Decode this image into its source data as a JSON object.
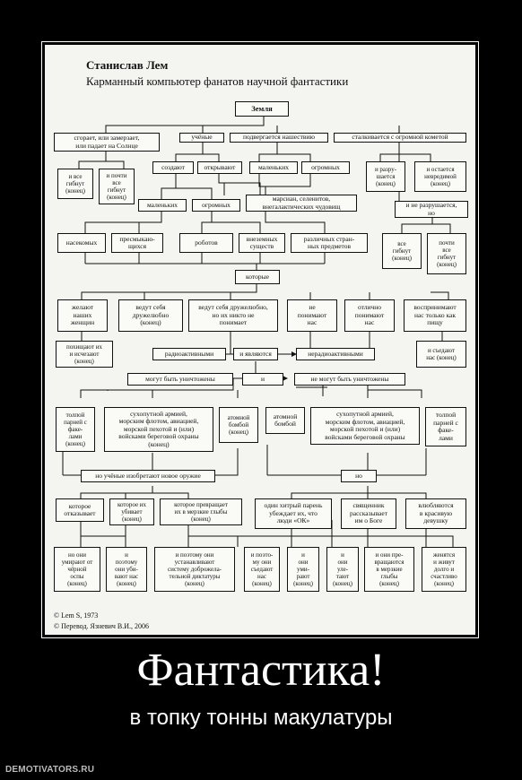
{
  "poster": {
    "caption": "Фантастика!",
    "subcaption": "в топку тонны макулатуры",
    "watermark": "DEMOTIVATORS.RU"
  },
  "diagram": {
    "author": "Станислав Лем",
    "title": "Карманный компьютер фанатов научной фантастики",
    "copyright_1": "© Lem S, 1973",
    "copyright_2": "© Перевод. Язневич В.И., 2006",
    "nodes": {
      "zemlya": "Земля",
      "sgoraet": "сгорает, или замерзает,\nили падает на Солнце",
      "uchenye": "учёные",
      "nashestvie": "подвергается нашествию",
      "kometa": "сталкивается с огромной кометой",
      "vse_gibnut1": "и все\nгибнут\n(конец)",
      "pochti1": "и почти\nвсе\nгибнут\n(конец)",
      "sozdayut": "создают",
      "otkryvayut": "открывают",
      "malenkih1": "маленьких",
      "ogromnyh1": "огромных",
      "razrushaetsya": "и разру-\nшается\n(конец)",
      "nevredimoy": "и остается\nневредимой\n(конец)",
      "malenkih2": "маленьких",
      "ogromnyh2": "огромных",
      "marsian": "марсиан, селенитов,\nвнегалактических чудовищ",
      "ne_razrushaetsya": "и не разрушается,\nно",
      "nasekomyh": "насекомых",
      "presmykayushih": "пресмыкаю-\nщихся",
      "robotov": "роботов",
      "vnezemnyh": "внеземных\nсуществ",
      "predmetov": "различных стран-\nных предметов",
      "vse_gibnut2": "все\nгибнут\n(конец)",
      "pochti2": "почти\nвсе\nгибнут\n(конец)",
      "kotorye": "которые",
      "zhelayut": "желают\nнаших\nженщин",
      "druzhelyubno": "ведут себя\nдружелюбно\n(конец)",
      "nikto": "ведут себя дружелюбно,\nно их никто не\nпонимает",
      "ne_ponimayut": "не\nпонимают\nнас",
      "otlichno": "отлично\nпонимают\nнас",
      "pishu": "воспринимают\nнас только как\nпищу",
      "pohishayut": "похищают их\nи исчезают\n(конец)",
      "radioaktivnymi": "радиоактивными",
      "yavlyayutsya": "и являются",
      "neradioaktivnymi": "нерадиоактивными",
      "sedayut": "и съедают\nнас (конец)",
      "mogut": "могут быть уничтожены",
      "i": "и",
      "ne_mogut": "не могут быть уничтожены",
      "tolpoy1": "толпой\nпарней с\nфаке-\nлами\n(конец)",
      "armiey1": "сухопутной армией,\nморским флотом, авиацией,\nморской пехотой и (или)\nвойсками береговой охраны\n(конец)",
      "bomba1": "атомной\nбомбой\n(конец)",
      "bomba2": "атомной\nбомбой",
      "armiey2": "сухопутной армией,\nморским флотом, авиацией,\nморской пехотой и (или)\nвойсками береговой охраны",
      "tolpoy2": "толпой\nпарней с\nфаке-\nлами",
      "oruzhie": "но учёные изобретают новое оружие",
      "no": "но",
      "otkazyvaet": "которое\nотказывает",
      "ubivaet": "которое их\nубивает\n(конец)",
      "glyby1": "которое превращает\nих в мерзкие глыбы\n(конец)",
      "paren": "один хитрый парень\nубеждает их, что\nлюди «ОК»",
      "svyashennik": "священник\nрассказывает\nим о Боге",
      "vlyublyayutsya": "влюбляются\nв красивую\nдевушку",
      "ospa": "но они\nумирают от\nчёрной\nоспы\n(конец)",
      "poetomu_ubivayut": "и\nпоэтому\nони уби-\nвают нас\n(конец)",
      "diktatura": "и поэтому они\nустанавливают\nсистему доброжела-\nтельной диктатуры\n(конец)",
      "poetomu_sedayut": "и поэто-\nму они\nсъедают\nнас\n(конец)",
      "umirayut": "и\nони\nуми-\nрают\n(конец)",
      "uletayut": "и\nони\nуле-\nтают\n(конец)",
      "glyby2": "и они пре-\nвращаются\nв мерзкие\nглыбы\n(конец)",
      "zhenyatsya": "женятся\nи живут\nдолго и\nсчастливо\n(конец)"
    }
  }
}
